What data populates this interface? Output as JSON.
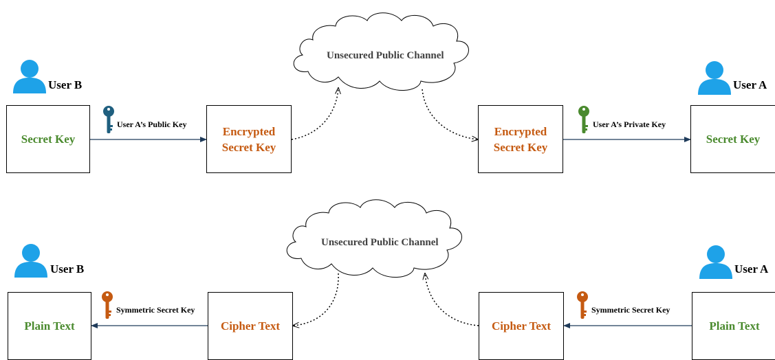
{
  "colors": {
    "user_icon": "#1ea2e8",
    "arrow": "#1f3b5a",
    "green_text": "#4a8a2e",
    "orange_text": "#c55a11",
    "public_key": "#1f5f7f",
    "private_key": "#4a8a2e",
    "symmetric_key": "#c55a11"
  },
  "top": {
    "cloud": "Unsecured Public Channel",
    "left_user": "User B",
    "right_user": "User A",
    "box1": "Secret Key",
    "box2_line1": "Encrypted",
    "box2_line2": "Secret Key",
    "box3_line1": "Encrypted",
    "box3_line2": "Secret Key",
    "box4": "Secret Key",
    "public_key_label": "User A’s Public Key",
    "private_key_label": "User A’s Private Key",
    "public_key_icon": "key-icon",
    "private_key_icon": "key-icon"
  },
  "bottom": {
    "cloud": "Unsecured Public Channel",
    "left_user": "User B",
    "right_user": "User A",
    "box1": "Plain Text",
    "box2": "Cipher Text",
    "box3": "Cipher Text",
    "box4": "Plain Text",
    "left_key_label": "Symmetric Secret Key",
    "right_key_label": "Symmetric Secret Key",
    "key_icon": "key-icon"
  }
}
